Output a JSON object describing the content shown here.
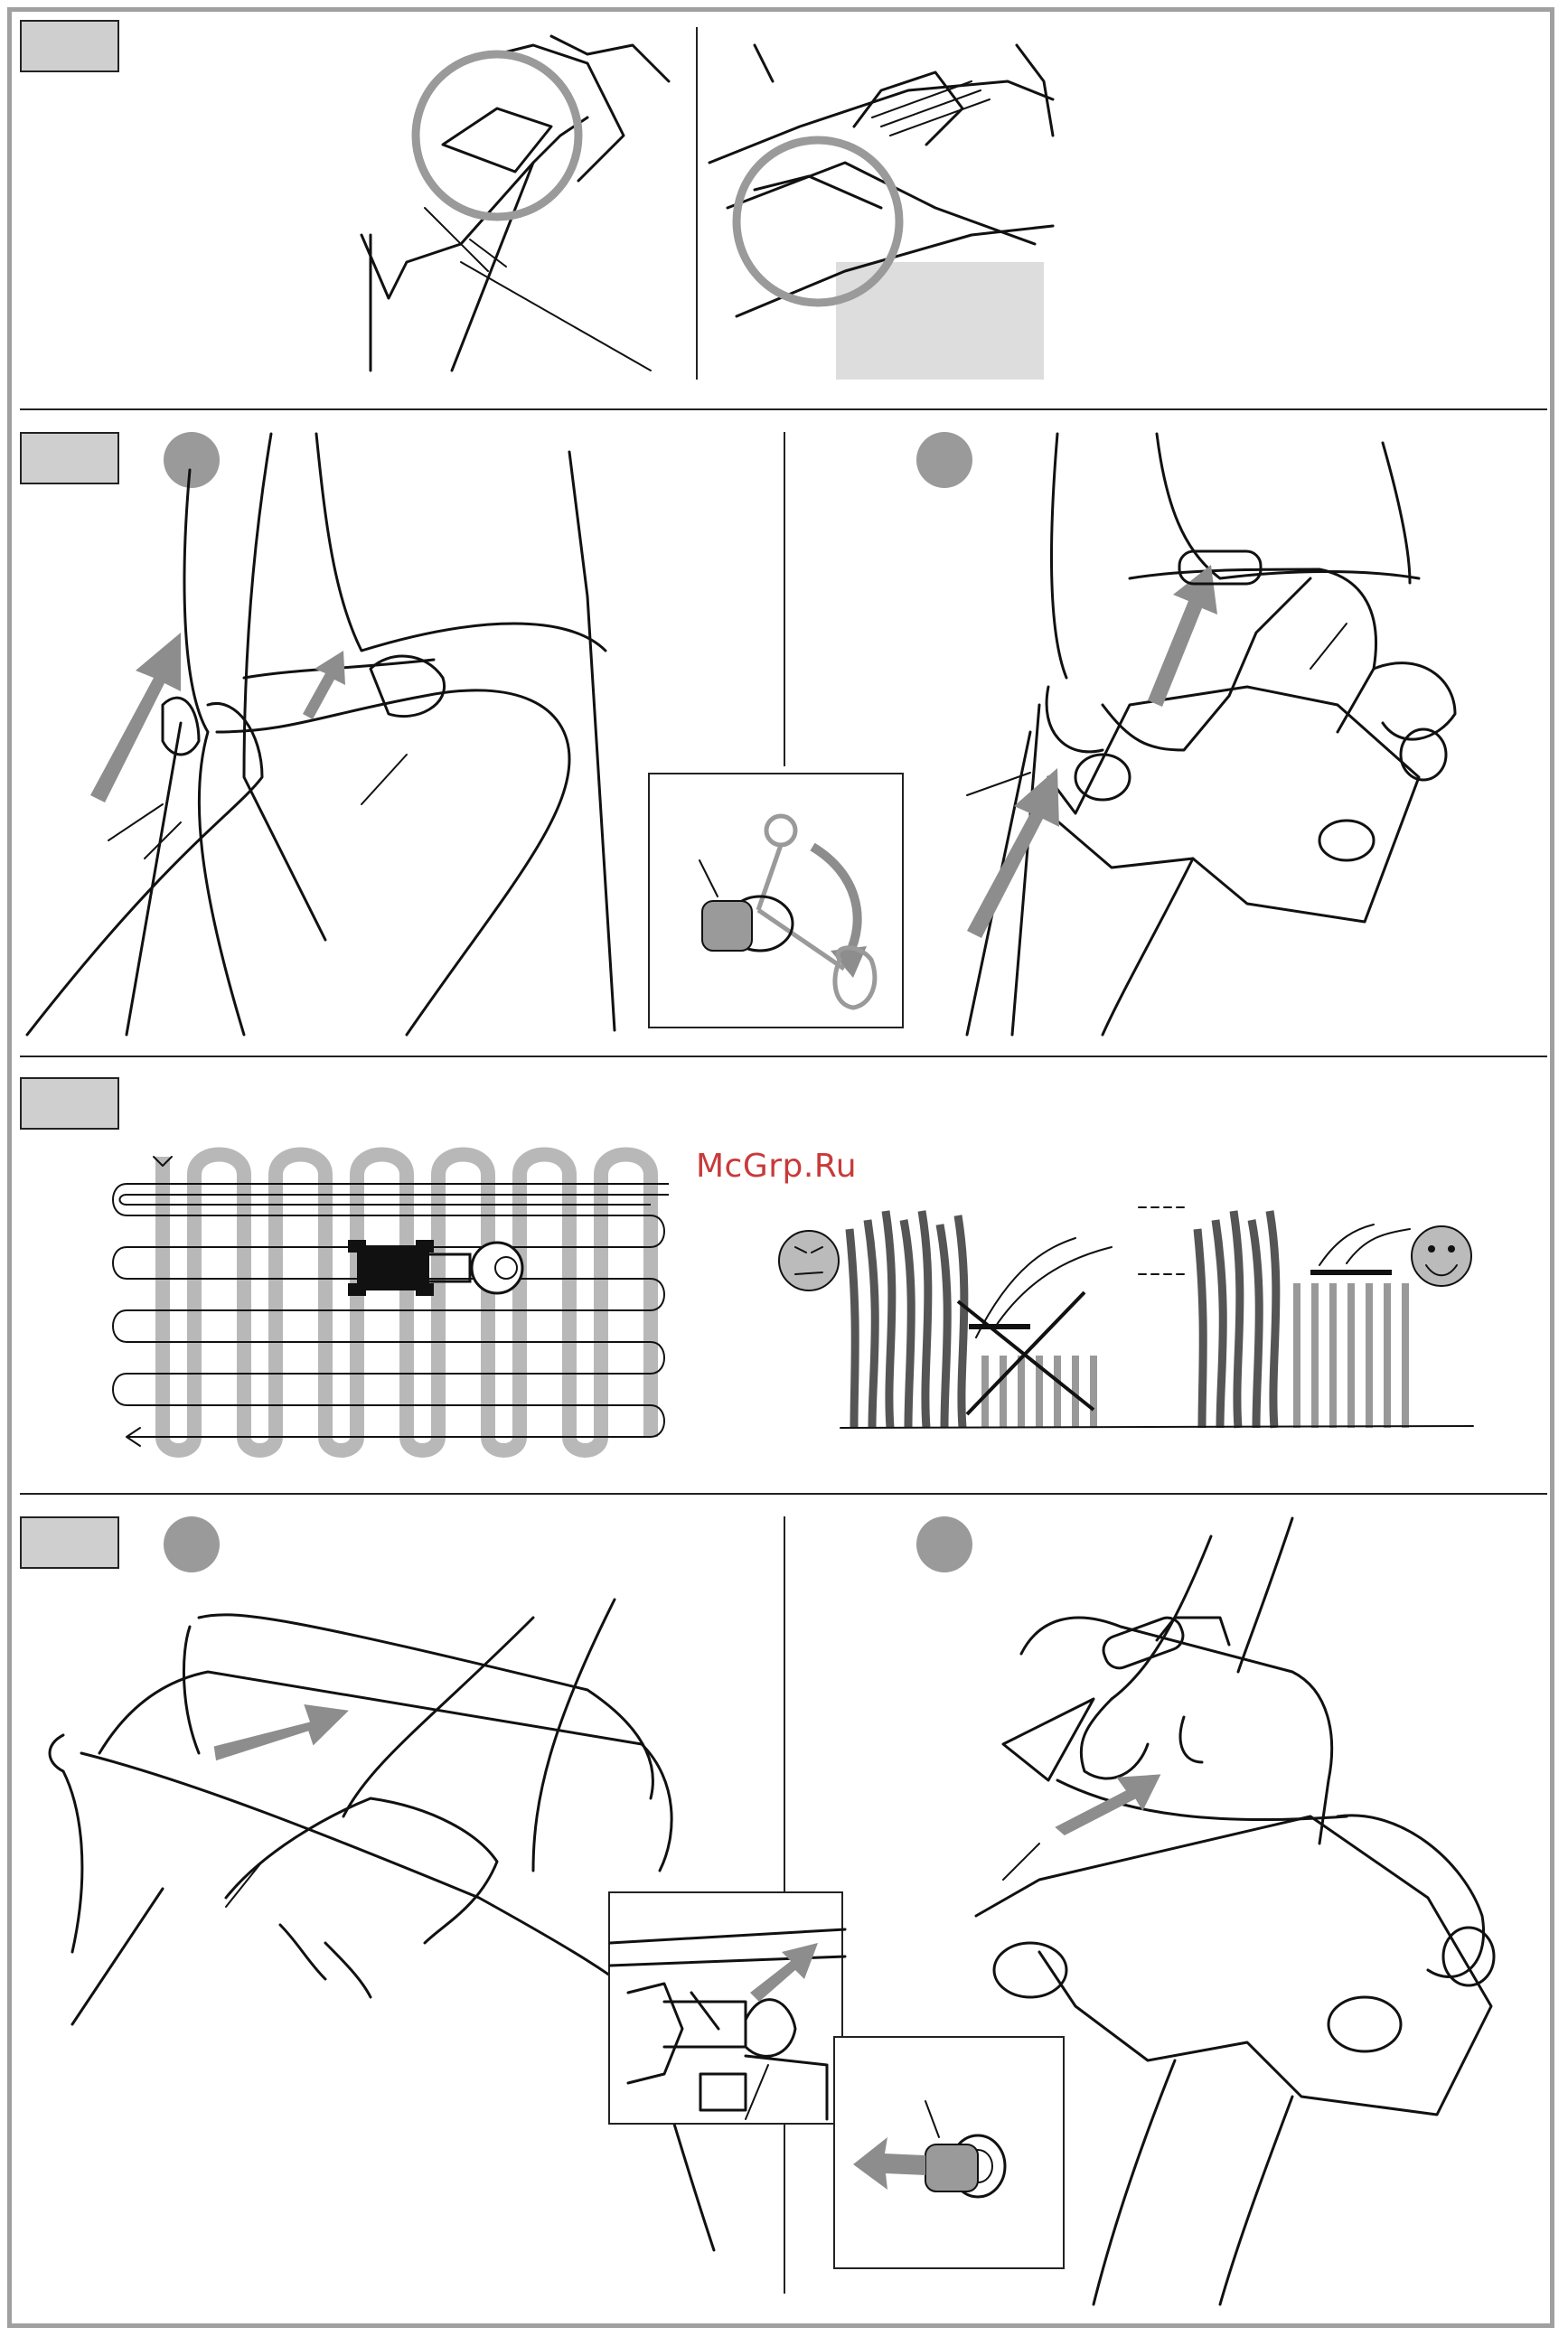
{
  "watermark": {
    "text": "McGrp.Ru",
    "color": "#c83a3a"
  },
  "panels": [
    {
      "id": "panel-1",
      "icon": "cable-hook-detail"
    },
    {
      "id": "panel-2",
      "icon": "start-lever-and-key"
    },
    {
      "id": "panel-3",
      "icon": "mowing-pattern-and-cut-height"
    },
    {
      "id": "panel-4",
      "icon": "stop-lever-and-key-removal"
    }
  ],
  "colors": {
    "label_fill": "#cfcfcf",
    "step_dot": "#9a9a9a",
    "arrow": "#8d8d8d",
    "frame": "#a0a0a0"
  }
}
